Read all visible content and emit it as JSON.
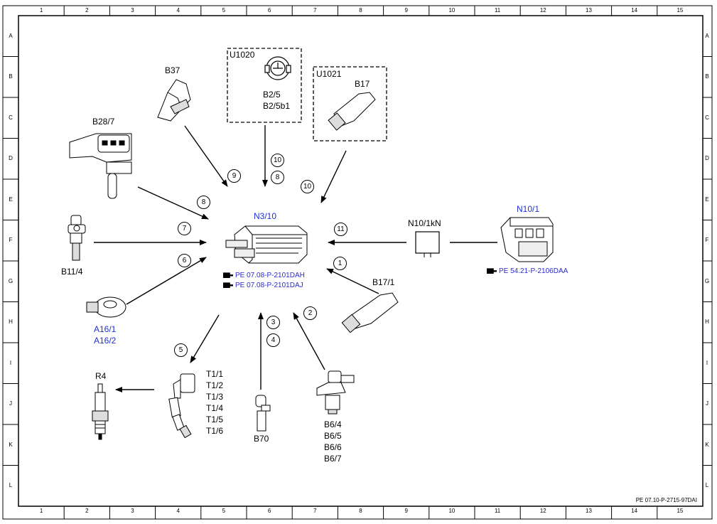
{
  "grid": {
    "columns": [
      "1",
      "2",
      "3",
      "4",
      "5",
      "6",
      "7",
      "8",
      "9",
      "10",
      "11",
      "12",
      "13",
      "14",
      "15"
    ],
    "rows": [
      "A",
      "B",
      "C",
      "D",
      "E",
      "F",
      "G",
      "H",
      "I",
      "J",
      "K",
      "L"
    ]
  },
  "components": {
    "ecu": "N3/10",
    "module": "N10/1",
    "relay": "N10/1kN",
    "sensor_b37": "B37",
    "sensor_b28": "B28/7",
    "sensor_b11": "B11/4",
    "box_u1020": "U1020",
    "box_u1020_parts": [
      "B2/5",
      "B2/5b1"
    ],
    "box_u1021": "U1021",
    "sensor_b17": "B17",
    "sensor_b17_1": "B17/1",
    "knock_sensors": [
      "A16/1",
      "A16/2"
    ],
    "spark_plug": "R4",
    "ignition_coils": [
      "T1/1",
      "T1/2",
      "T1/3",
      "T1/4",
      "T1/5",
      "T1/6"
    ],
    "sensor_b70": "B70",
    "cam_sensors": [
      "B6/4",
      "B6/5",
      "B6/6",
      "B6/7"
    ]
  },
  "references": {
    "ecu_ref_1": "PE 07.08-P-2101DAH",
    "ecu_ref_2": "PE 07.08-P-2101DAJ",
    "module_ref": "PE 54.21-P-2106DAA"
  },
  "callouts": {
    "c1": "1",
    "c2": "2",
    "c3": "3",
    "c4": "4",
    "c5": "5",
    "c6": "6",
    "c7": "7",
    "c8a": "8",
    "c8b": "8",
    "c9": "9",
    "c10a": "10",
    "c10b": "10",
    "c11": "11"
  },
  "footer": {
    "doc_id": "PE 07.10-P-2715-97DAI"
  }
}
